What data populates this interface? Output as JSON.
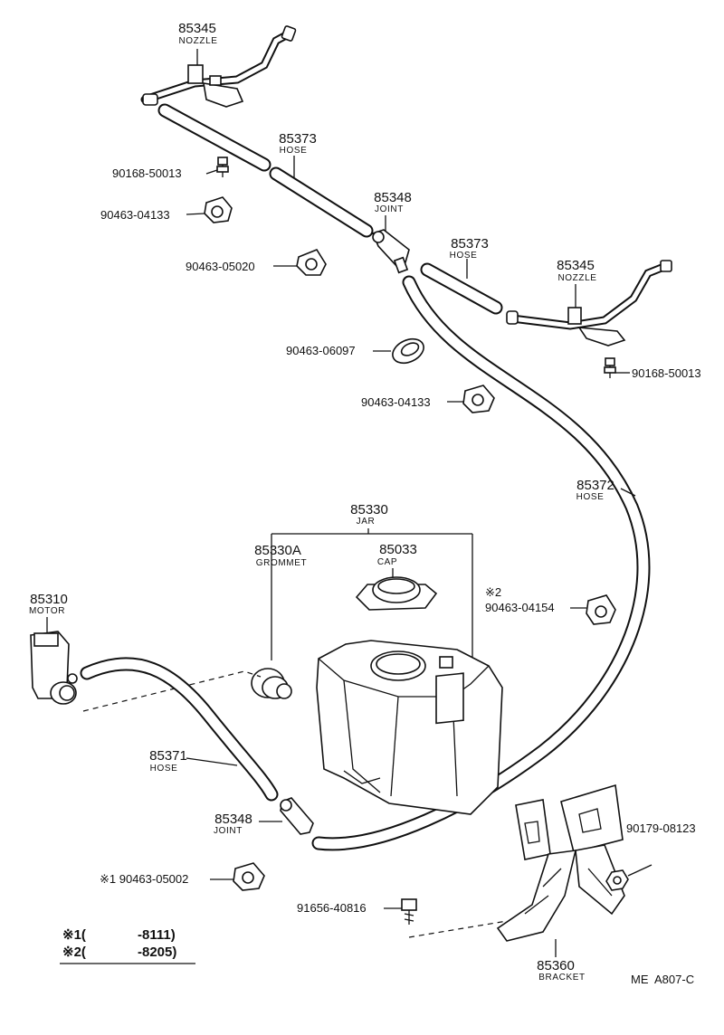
{
  "parts": {
    "nozzle_left": {
      "num": "85345",
      "name": "NOZZLE"
    },
    "hose_upper_left": {
      "num": "85373",
      "name": "HOSE"
    },
    "joint_upper": {
      "num": "85348",
      "name": "JOINT"
    },
    "hose_upper_right": {
      "num": "85373",
      "name": "HOSE"
    },
    "nozzle_right": {
      "num": "85345",
      "name": "NOZZLE"
    },
    "hose_long": {
      "num": "85372",
      "name": "HOSE"
    },
    "jar": {
      "num": "85330",
      "name": "JAR"
    },
    "grommet": {
      "num": "85330A",
      "name": "GROMMET"
    },
    "cap": {
      "num": "85033",
      "name": "CAP"
    },
    "motor": {
      "num": "85310",
      "name": "MOTOR"
    },
    "hose_lower": {
      "num": "85371",
      "name": "HOSE"
    },
    "joint_lower": {
      "num": "85348",
      "name": "JOINT"
    },
    "bracket": {
      "num": "85360",
      "name": "BRACKET"
    }
  },
  "fasteners": {
    "screw_left": "90168-50013",
    "clamp_a": "90463-04133",
    "clamp_b": "90463-05020",
    "grommet_small": "90463-06097",
    "clamp_c": "90463-04133",
    "screw_right": "90168-50013",
    "clamp_d_mark": "※2",
    "clamp_d": "90463-04154",
    "clamp_e": "※1 90463-05002",
    "bolt": "91656-40816",
    "nut": "90179-08123"
  },
  "footnotes": [
    {
      "mark": "※1(",
      "range": "-8111)"
    },
    {
      "mark": "※2(",
      "range": "-8205)"
    }
  ],
  "reference": "ME  A807-C"
}
